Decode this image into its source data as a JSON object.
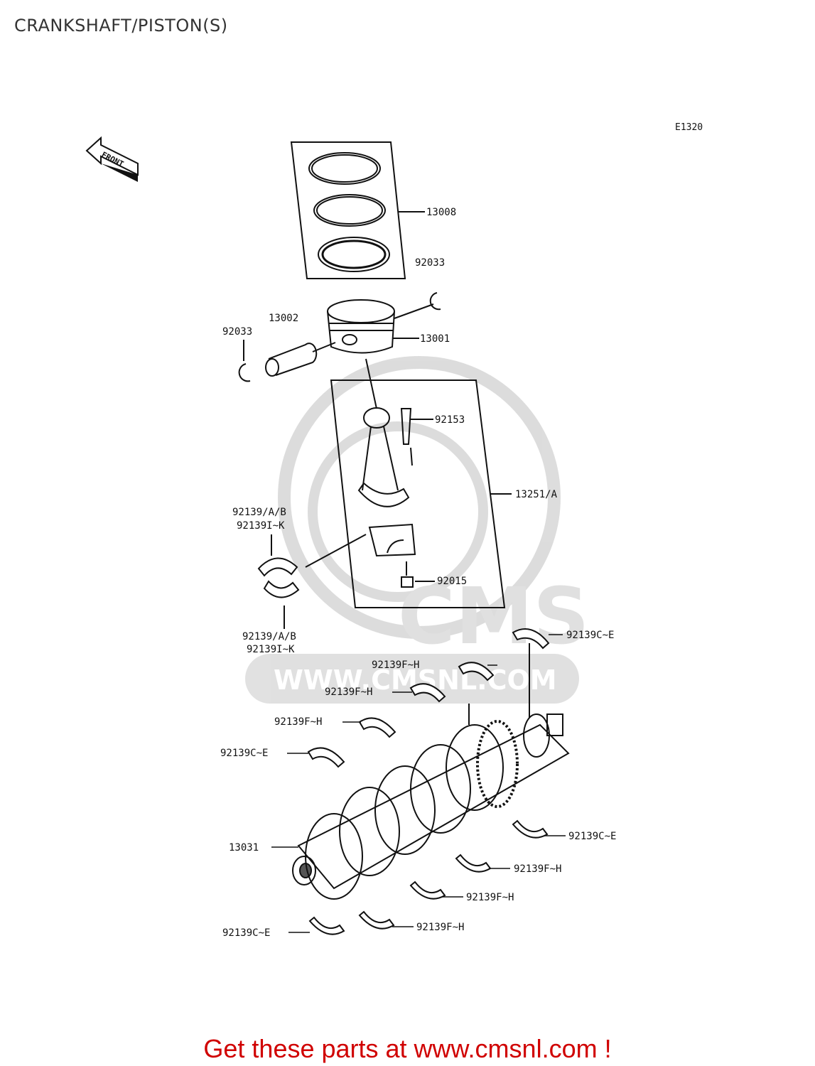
{
  "title": "CRANKSHAFT/PISTON(S)",
  "diagram_code": "E1320",
  "front_marker": "FRONT",
  "watermark": {
    "brand": "CMS",
    "url": "WWW.CMSNL.COM"
  },
  "callouts": {
    "c13008": "13008",
    "c92033_top": "92033",
    "c13002": "13002",
    "c92033_left": "92033",
    "c13001": "13001",
    "c92153": "92153",
    "c13251A": "13251/A",
    "c92139AB_a1": "92139/A/B",
    "c92139IK_a2": "92139I~K",
    "c92015": "92015",
    "c92139AB_b1": "92139/A/B",
    "c92139IK_b2": "92139I~K",
    "c92139CE_1": "92139C~E",
    "c92139FH_1": "92139F~H",
    "c92139FH_2": "92139F~H",
    "c92139FH_3": "92139F~H",
    "c92139CE_2": "92139C~E",
    "c13031": "13031",
    "c92139CE_3": "92139C~E",
    "c92139FH_4": "92139F~H",
    "c92139FH_5": "92139F~H",
    "c92139FH_6": "92139F~H",
    "c92139CE_4": "92139C~E"
  },
  "footer": {
    "text": "Get these parts at www.cmsnl.com !"
  }
}
